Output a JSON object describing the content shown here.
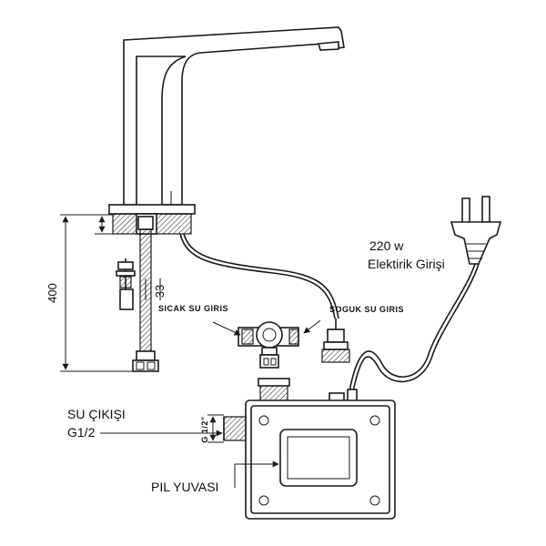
{
  "labels": {
    "dim_height": "400",
    "dim_offset": "33",
    "hot_inlet": "SICAK SU GIRIS",
    "cold_inlet": "SOGUK SU GIRIS",
    "power_line1": "220 w",
    "power_line2": "Elektirik Girişi",
    "outlet_line1": "SU ÇIKIŞI",
    "outlet_line2": "G1/2",
    "thread_size": "G 1/2\"",
    "battery": "PIL YUVASI"
  }
}
